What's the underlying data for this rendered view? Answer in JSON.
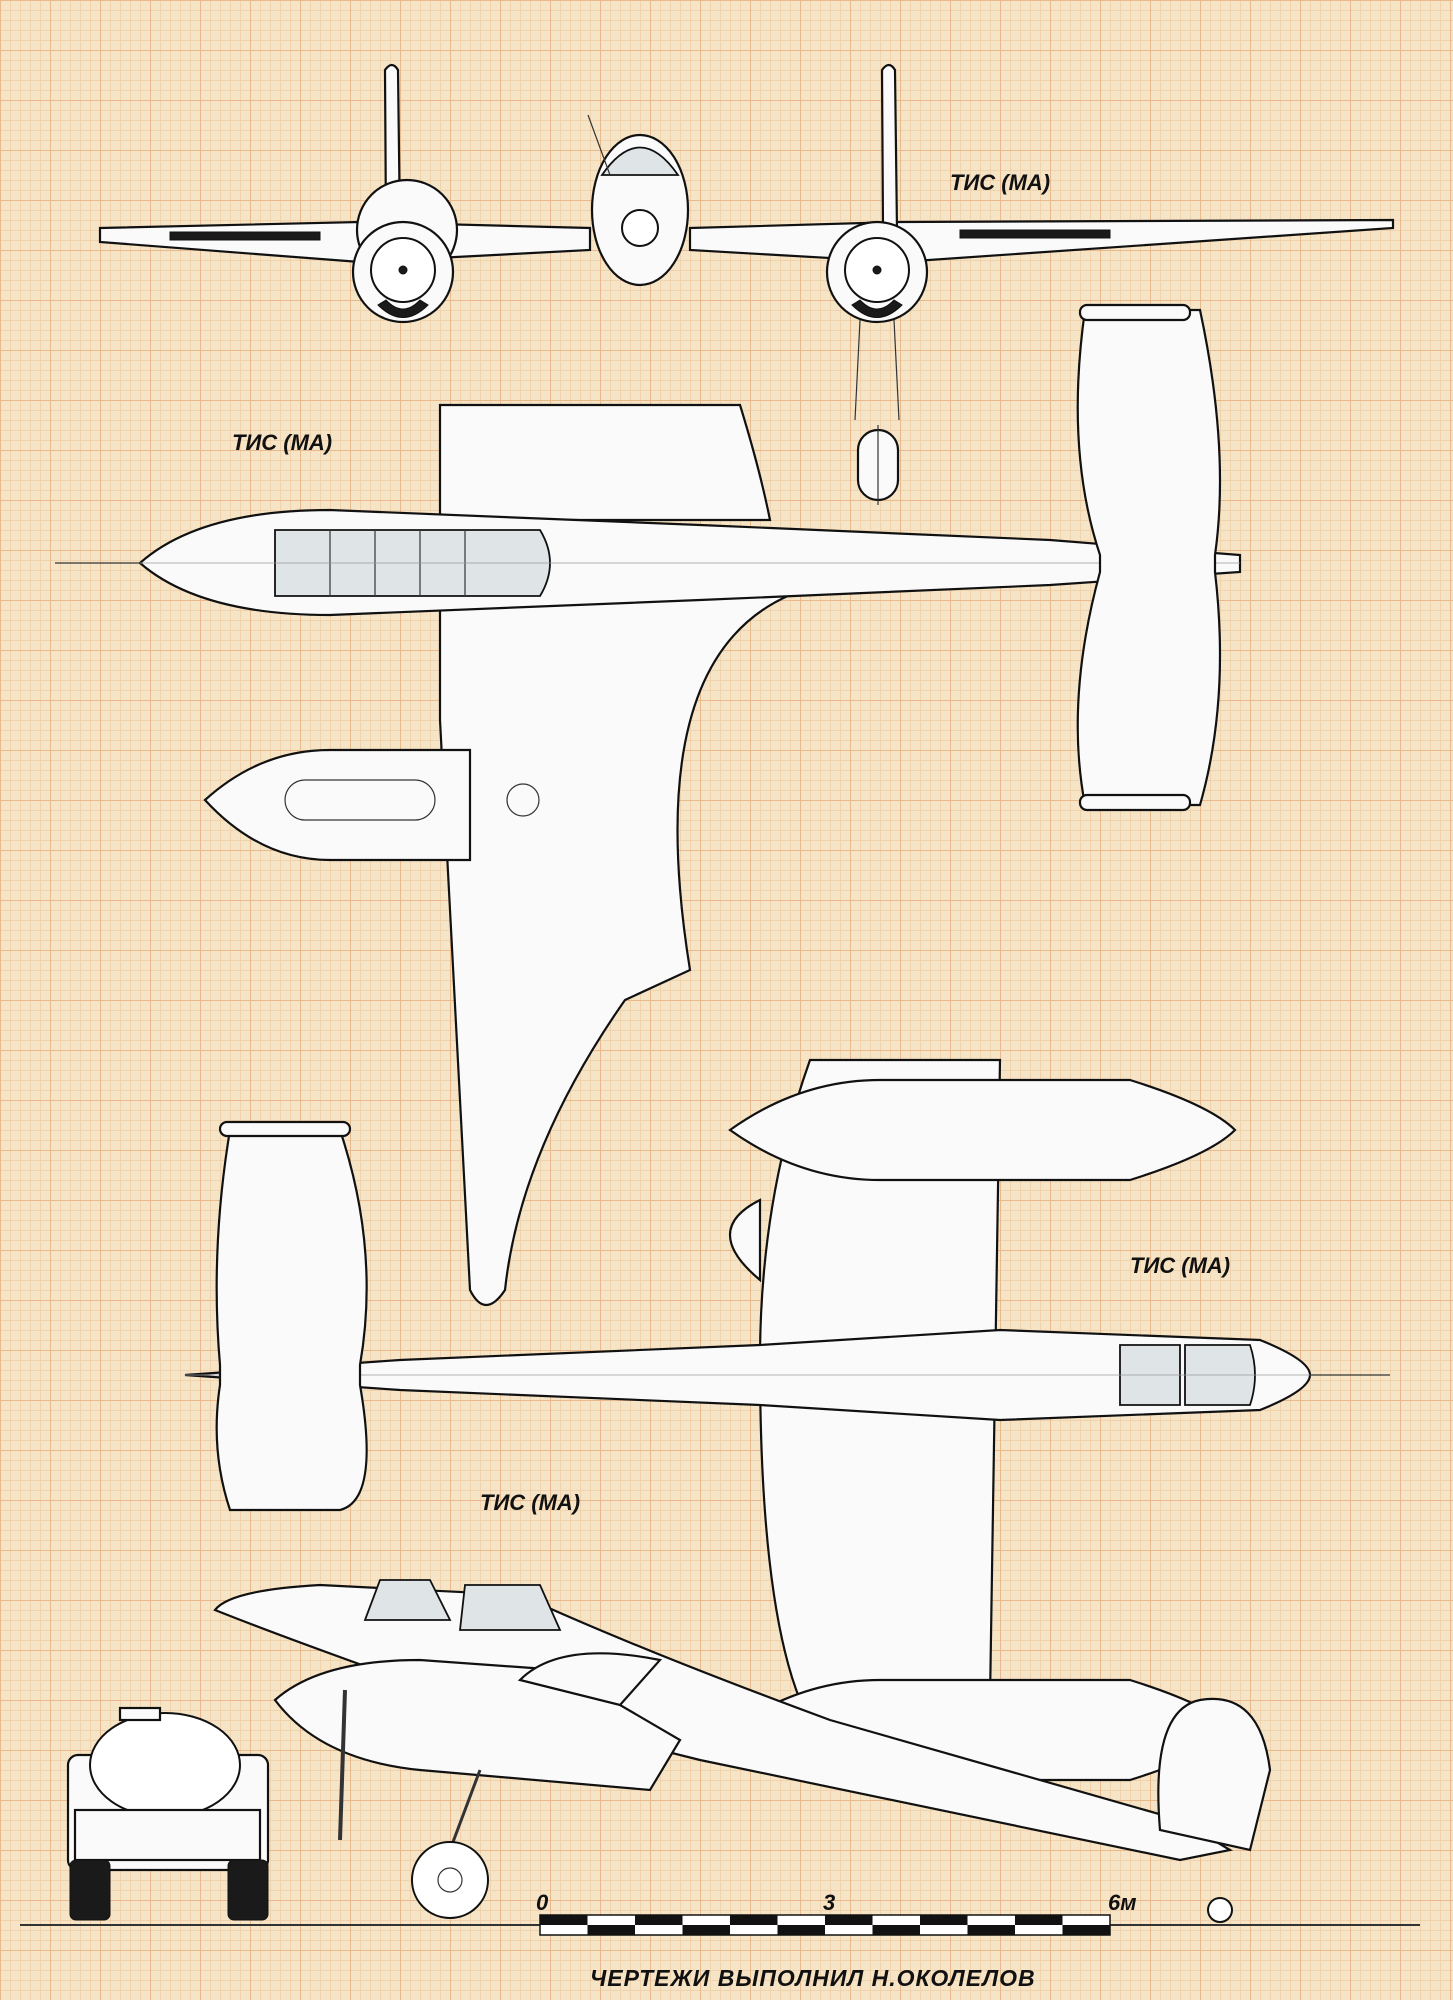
{
  "views": {
    "front": {
      "label": "ТИС (МА)"
    },
    "top": {
      "label": "ТИС (МА)"
    },
    "bottom": {
      "label": "ТИС (МА)"
    },
    "side": {
      "label": "ТИС (МА)"
    }
  },
  "scale_bar": {
    "tick_labels": [
      "0",
      "3",
      "6м"
    ]
  },
  "credit": "ЧЕРТЕЖИ  ВЫПОЛНИЛ  Н.ОКОЛЕЛОВ",
  "colors": {
    "paper": "#f6e4c6",
    "grid": "#e9b98b",
    "outline": "#111111",
    "glass": "#dfe4e6"
  }
}
